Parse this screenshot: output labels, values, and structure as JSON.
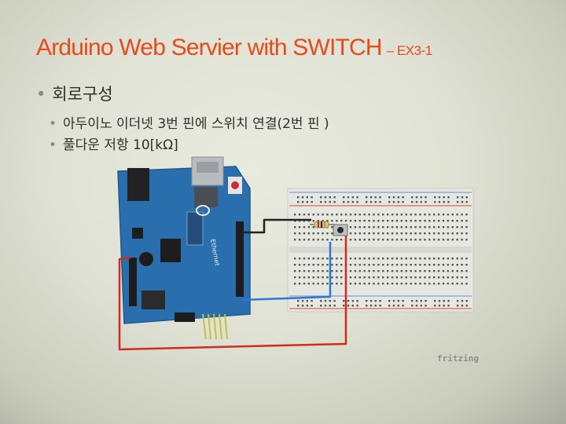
{
  "slide": {
    "title": "Arduino Web Servier with SWITCH",
    "title_suffix": "– EX3-1",
    "bullets": [
      {
        "level": 1,
        "text": "회로구성"
      },
      {
        "level": 2,
        "text": "아두이노 이더넷 3번 핀에 스위치 연결(2번 핀 )"
      },
      {
        "level": 2,
        "text": "풀다운 저항 10[kΩ]"
      }
    ]
  },
  "diagram": {
    "board_label": "Ethernet",
    "watermark": "fritzing",
    "colors": {
      "title": "#e84a1a",
      "board": "#2a6fad",
      "wire_red": "#d42a1c",
      "wire_blue": "#2a78d8",
      "wire_black": "#222222",
      "breadboard": "#e6e7e0"
    }
  }
}
